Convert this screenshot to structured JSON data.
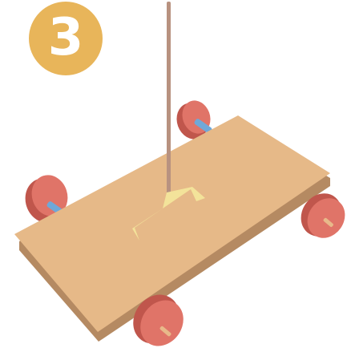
{
  "step": {
    "number": "3"
  },
  "colors": {
    "badge": "#e8b55a",
    "board_top": "#e6b988",
    "board_edge": "#b58a62",
    "wheel_face": "#e07468",
    "wheel_rim": "#c0564c",
    "axle": "#6fa8d8",
    "axle_end": "#e8b98a",
    "stick": "#b89280",
    "tape": "#f3e39a"
  },
  "icons": {
    "badge": "step-number-badge",
    "board": "cardboard-base",
    "stick": "wooden-skewer-stick",
    "tape": "masking-tape-strip",
    "wheels": "bottle-cap-wheel"
  }
}
